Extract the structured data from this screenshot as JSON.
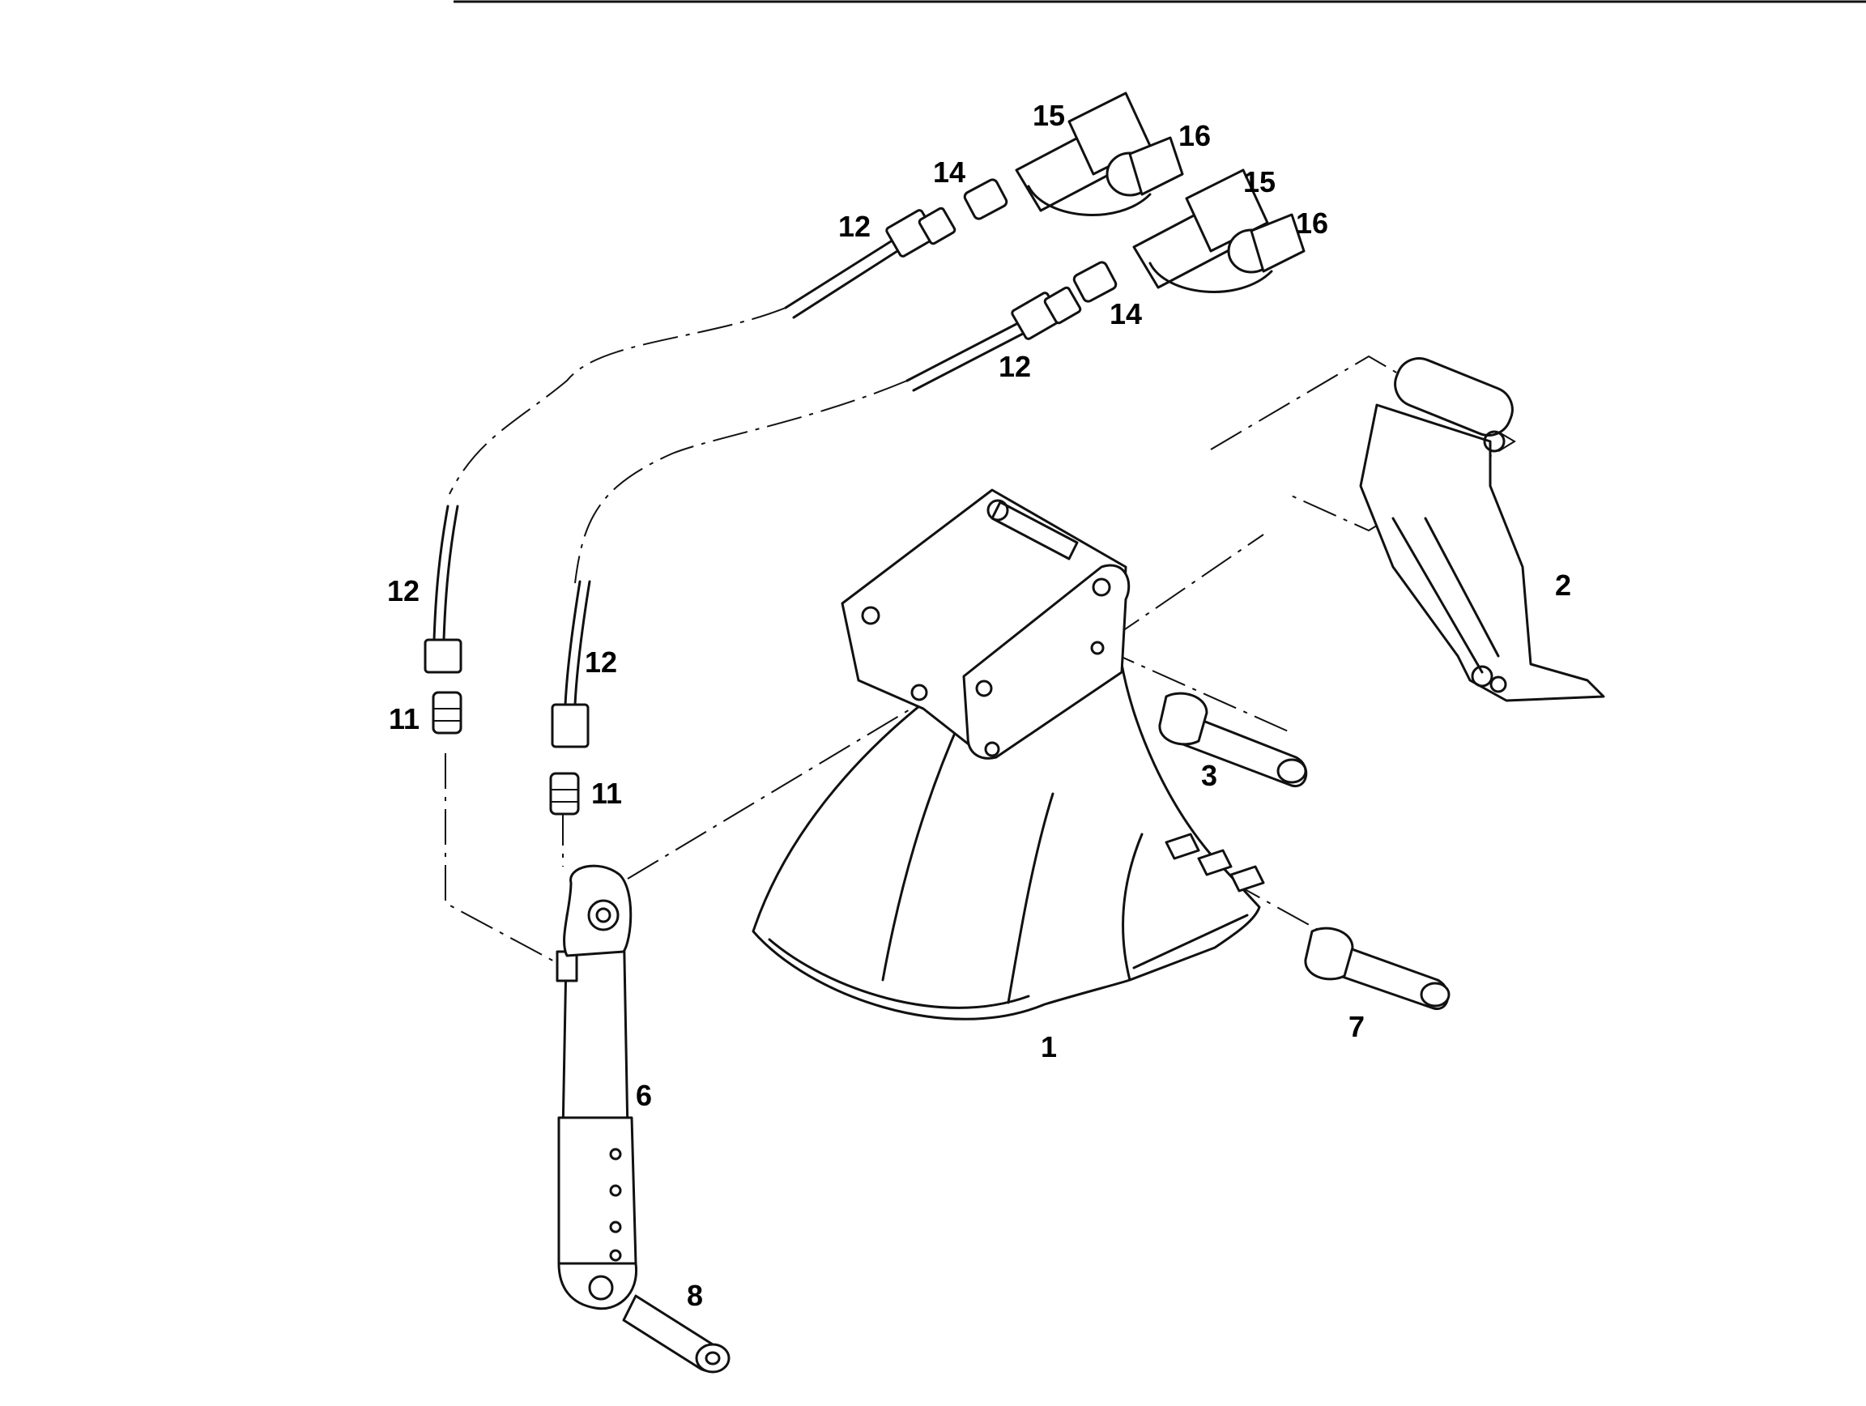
{
  "callouts": {
    "c1": "1",
    "c2": "2",
    "c3": "3",
    "c6": "6",
    "c7": "7",
    "c8": "8",
    "c11a": "11",
    "c11b": "11",
    "c12a": "12",
    "c12b": "12",
    "c12c": "12",
    "c12d": "12",
    "c14a": "14",
    "c14b": "14",
    "c15a": "15",
    "c15b": "15",
    "c16a": "16",
    "c16b": "16"
  }
}
